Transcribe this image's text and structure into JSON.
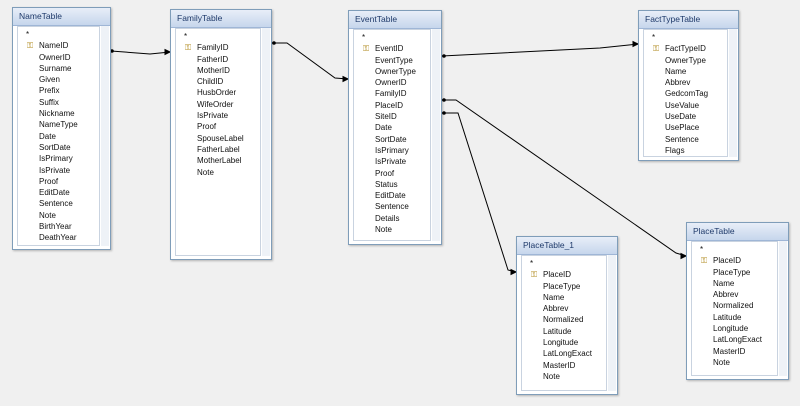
{
  "tables": [
    {
      "id": "name-table",
      "title": "NameTable",
      "fields": [
        {
          "label": "*"
        },
        {
          "label": "NameID",
          "key": true
        },
        {
          "label": "OwnerID"
        },
        {
          "label": "Surname"
        },
        {
          "label": "Given"
        },
        {
          "label": "Prefix"
        },
        {
          "label": "Suffix"
        },
        {
          "label": "Nickname"
        },
        {
          "label": "NameType"
        },
        {
          "label": "Date"
        },
        {
          "label": "SortDate"
        },
        {
          "label": "IsPrimary"
        },
        {
          "label": "IsPrivate"
        },
        {
          "label": "Proof"
        },
        {
          "label": "EditDate"
        },
        {
          "label": "Sentence"
        },
        {
          "label": "Note"
        },
        {
          "label": "BirthYear"
        },
        {
          "label": "DeathYear"
        }
      ]
    },
    {
      "id": "family-table",
      "title": "FamilyTable",
      "fields": [
        {
          "label": "*"
        },
        {
          "label": "FamilyID",
          "key": true
        },
        {
          "label": "FatherID"
        },
        {
          "label": "MotherID"
        },
        {
          "label": "ChildID"
        },
        {
          "label": "HusbOrder"
        },
        {
          "label": "WifeOrder"
        },
        {
          "label": "IsPrivate"
        },
        {
          "label": "Proof"
        },
        {
          "label": "SpouseLabel"
        },
        {
          "label": "FatherLabel"
        },
        {
          "label": "MotherLabel"
        },
        {
          "label": "Note"
        }
      ]
    },
    {
      "id": "event-table",
      "title": "EventTable",
      "fields": [
        {
          "label": "*"
        },
        {
          "label": "EventID",
          "key": true
        },
        {
          "label": "EventType"
        },
        {
          "label": "OwnerType"
        },
        {
          "label": "OwnerID"
        },
        {
          "label": "FamilyID"
        },
        {
          "label": "PlaceID"
        },
        {
          "label": "SiteID"
        },
        {
          "label": "Date"
        },
        {
          "label": "SortDate"
        },
        {
          "label": "IsPrimary"
        },
        {
          "label": "IsPrivate"
        },
        {
          "label": "Proof"
        },
        {
          "label": "Status"
        },
        {
          "label": "EditDate"
        },
        {
          "label": "Sentence"
        },
        {
          "label": "Details"
        },
        {
          "label": "Note"
        }
      ]
    },
    {
      "id": "facttype-table",
      "title": "FactTypeTable",
      "fields": [
        {
          "label": "*"
        },
        {
          "label": "FactTypeID",
          "key": true
        },
        {
          "label": "OwnerType"
        },
        {
          "label": "Name"
        },
        {
          "label": "Abbrev"
        },
        {
          "label": "GedcomTag"
        },
        {
          "label": "UseValue"
        },
        {
          "label": "UseDate"
        },
        {
          "label": "UsePlace"
        },
        {
          "label": "Sentence"
        },
        {
          "label": "Flags"
        }
      ]
    },
    {
      "id": "placetable-1",
      "title": "PlaceTable_1",
      "fields": [
        {
          "label": "*"
        },
        {
          "label": "PlaceID",
          "key": true
        },
        {
          "label": "PlaceType"
        },
        {
          "label": "Name"
        },
        {
          "label": "Abbrev"
        },
        {
          "label": "Normalized"
        },
        {
          "label": "Latitude"
        },
        {
          "label": "Longitude"
        },
        {
          "label": "LatLongExact"
        },
        {
          "label": "MasterID"
        },
        {
          "label": "Note"
        }
      ]
    },
    {
      "id": "place-table",
      "title": "PlaceTable",
      "fields": [
        {
          "label": "*"
        },
        {
          "label": "PlaceID",
          "key": true
        },
        {
          "label": "PlaceType"
        },
        {
          "label": "Name"
        },
        {
          "label": "Abbrev"
        },
        {
          "label": "Normalized"
        },
        {
          "label": "Latitude"
        },
        {
          "label": "Longitude"
        },
        {
          "label": "LatLongExact"
        },
        {
          "label": "MasterID"
        },
        {
          "label": "Note"
        }
      ]
    }
  ],
  "relationships": [
    {
      "from": "name-table",
      "to": "family-table"
    },
    {
      "from": "family-table",
      "to": "event-table"
    },
    {
      "from": "event-table",
      "to": "facttype-table"
    },
    {
      "from": "event-table",
      "to": "placetable-1"
    },
    {
      "from": "event-table",
      "to": "place-table"
    }
  ],
  "colors": {
    "title_text": "#1f3a6a",
    "border": "#7f9db9",
    "key_icon": "#b08a1e",
    "link_line": "#000000"
  },
  "icons": {
    "primary_key": "key-icon"
  }
}
